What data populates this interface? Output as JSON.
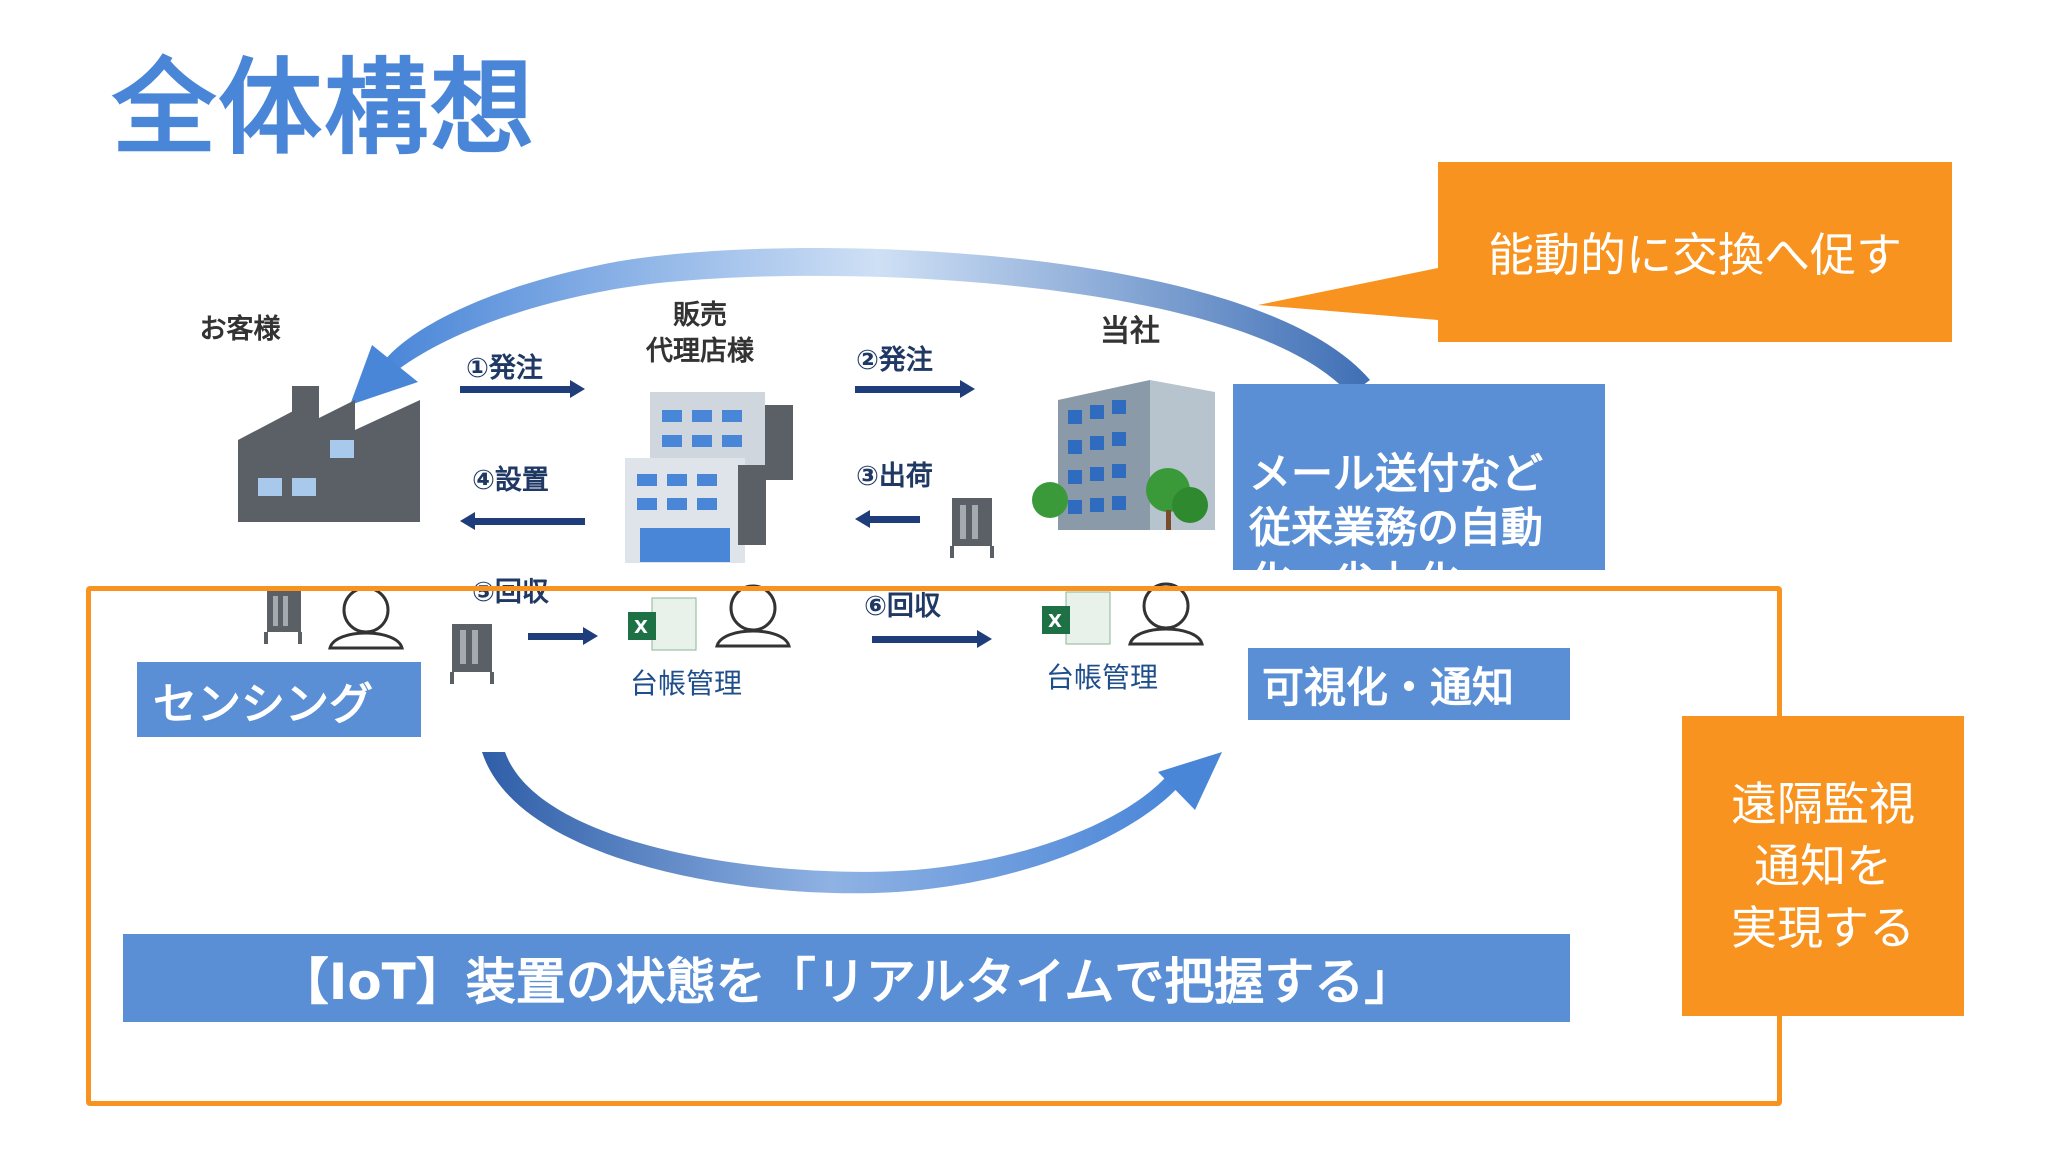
{
  "title": "全体構想",
  "nodes": {
    "customer": "お客様",
    "dealer": "販売\n代理店様",
    "company": "当社"
  },
  "steps": {
    "s1": "①発注",
    "s2": "②発注",
    "s3": "③出荷",
    "s4": "④設置",
    "s5": "⑤回収",
    "s6": "⑥回収"
  },
  "ledgers": {
    "dealer": "台帳管理",
    "company": "台帳管理"
  },
  "callouts": {
    "proactive": "能動的に交換へ促す",
    "automation": "メール送付など\n従来業務の自動\n化、省力化",
    "sensing": "センシング",
    "visualize": "可視化・通知",
    "iot_banner": "【IoT】装置の状態を「リアルタイムで把握する」",
    "remote": "遠隔監視\n通知を\n実現する"
  },
  "colors": {
    "title": "#4a86d8",
    "blue_box": "#5a8fd6",
    "orange": "#f7931e",
    "arrow_dark": "#1f3d7a"
  }
}
